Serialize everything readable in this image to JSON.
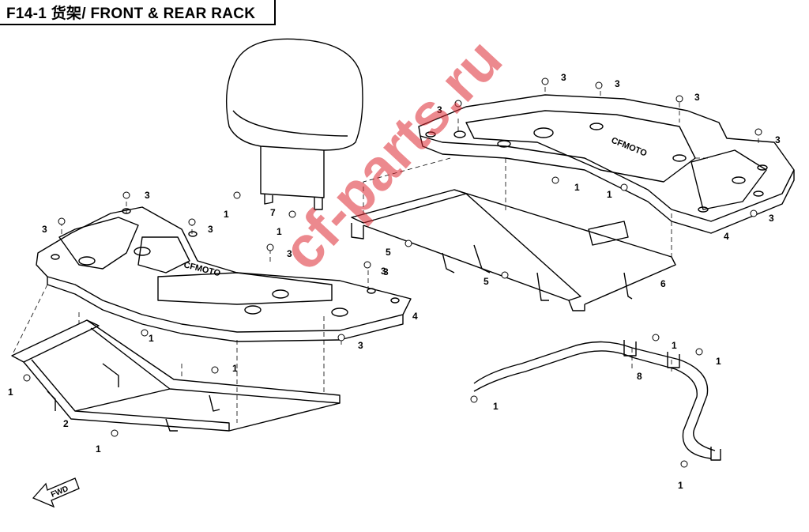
{
  "title": "F14-1 货架/ FRONT & REAR RACK",
  "watermark": "cf-parts.ru",
  "fwd": "FWD",
  "rack_logo": "CFMOTO",
  "callouts": [
    {
      "id": "c-3a",
      "text": "3"
    },
    {
      "id": "c-3b",
      "text": "3"
    },
    {
      "id": "c-3c",
      "text": "3"
    },
    {
      "id": "c-3d",
      "text": "3"
    },
    {
      "id": "c-3e",
      "text": "3"
    },
    {
      "id": "c-3f",
      "text": "3"
    },
    {
      "id": "c-3g",
      "text": "3"
    },
    {
      "id": "c-3h",
      "text": "3"
    },
    {
      "id": "c-3i",
      "text": "3"
    },
    {
      "id": "c-3j",
      "text": "3"
    },
    {
      "id": "c-3k",
      "text": "3"
    },
    {
      "id": "c-3l",
      "text": "3"
    },
    {
      "id": "c-3m",
      "text": "3"
    },
    {
      "id": "c-1a",
      "text": "1"
    },
    {
      "id": "c-1b",
      "text": "1"
    },
    {
      "id": "c-1c",
      "text": "1"
    },
    {
      "id": "c-1d",
      "text": "1"
    },
    {
      "id": "c-1e",
      "text": "1"
    },
    {
      "id": "c-1f",
      "text": "1"
    },
    {
      "id": "c-1g",
      "text": "1"
    },
    {
      "id": "c-1h",
      "text": "1"
    },
    {
      "id": "c-1i",
      "text": "1"
    },
    {
      "id": "c-1j",
      "text": "1"
    },
    {
      "id": "c-1k",
      "text": "1"
    },
    {
      "id": "c-1l",
      "text": "1"
    },
    {
      "id": "c-2",
      "text": "2"
    },
    {
      "id": "c-4a",
      "text": "4"
    },
    {
      "id": "c-4b",
      "text": "4"
    },
    {
      "id": "c-5a",
      "text": "5"
    },
    {
      "id": "c-5b",
      "text": "5"
    },
    {
      "id": "c-6",
      "text": "6"
    },
    {
      "id": "c-7",
      "text": "7"
    },
    {
      "id": "c-8",
      "text": "8"
    }
  ]
}
